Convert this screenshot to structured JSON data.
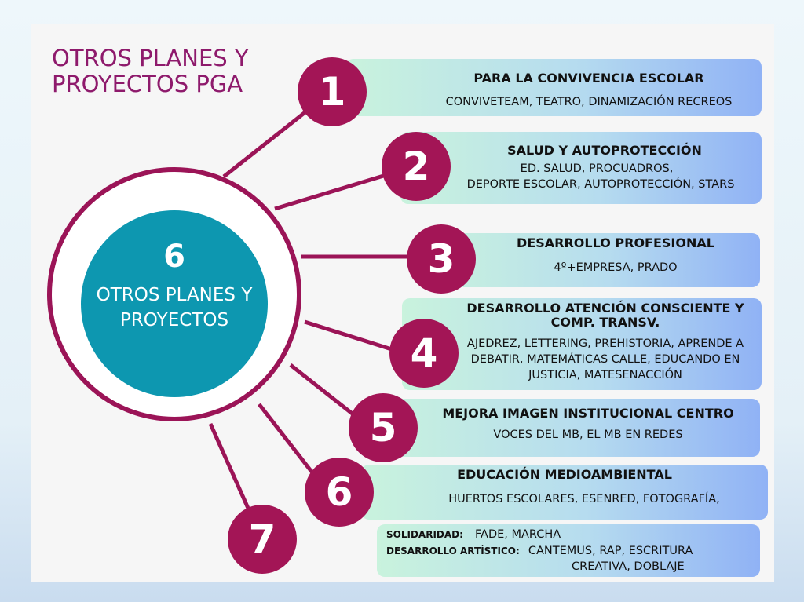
{
  "title": "OTROS PLANES Y PROYECTOS PGA",
  "center": {
    "number": "6",
    "label": "OTROS PLANES Y PROYECTOS"
  },
  "colors": {
    "accent": "#a31556",
    "teal": "#0d97b0",
    "title": "#8e1a6c"
  },
  "items": [
    {
      "number": "1",
      "heading": "PARA LA CONVIVENCIA ESCOLAR",
      "detail": "CONVIVETEAM, TEATRO, DINAMIZACIÓN RECREOS"
    },
    {
      "number": "2",
      "heading": "SALUD Y AUTOPROTECCIÓN",
      "detail": "ED. SALUD, PROCUADROS,",
      "detail2": "DEPORTE ESCOLAR, AUTOPROTECCIÓN, STARS"
    },
    {
      "number": "3",
      "heading": "DESARROLLO PROFESIONAL",
      "detail": "4º+EMPRESA, PRADO"
    },
    {
      "number": "4",
      "heading": "DESARROLLO ATENCIÓN CONSCIENTE Y COMP. TRANSV.",
      "detail": "AJEDREZ, LETTERING, PREHISTORIA, APRENDE A DEBATIR, MATEMÁTICAS CALLE, EDUCANDO EN JUSTICIA, MATESENACCIÓN"
    },
    {
      "number": "5",
      "heading": "MEJORA IMAGEN INSTITUCIONAL CENTRO",
      "detail": "VOCES DEL MB, EL MB EN REDES"
    },
    {
      "number": "6",
      "heading": "EDUCACIÓN MEDIOAMBIENTAL",
      "detail": "HUERTOS ESCOLARES, ESENRED, FOTOGRAFÍA,"
    },
    {
      "number": "7",
      "label1": "SOLIDARIDAD:",
      "detail1": "FADE, MARCHA",
      "label2": "DESARROLLO ARTÍSTICO:",
      "detail2": "CANTEMUS, RAP, ESCRITURA",
      "detail3": "CREATIVA, DOBLAJE"
    }
  ]
}
